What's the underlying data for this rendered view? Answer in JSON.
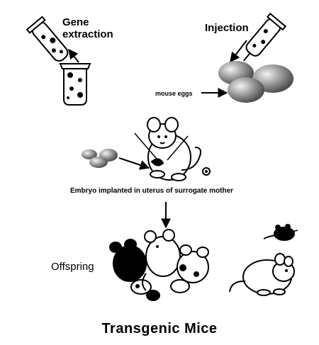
{
  "labels": {
    "gene_extraction_line1": "Gene",
    "gene_extraction_line2": "extraction",
    "injection": "Injection",
    "mouse_eggs": "mouse eggs",
    "embryo": "Embryo implanted in uterus of surrogate mother",
    "offspring": "Offspring",
    "title": "Transgenic Mice"
  },
  "colors": {
    "ink": "#000000",
    "background": "#ffffff",
    "shade": "#9a9a9a"
  },
  "icons": [
    "test-tube-icon",
    "syringe-icon",
    "mouse-egg-icon",
    "mouse-icon",
    "arrow-icon"
  ]
}
